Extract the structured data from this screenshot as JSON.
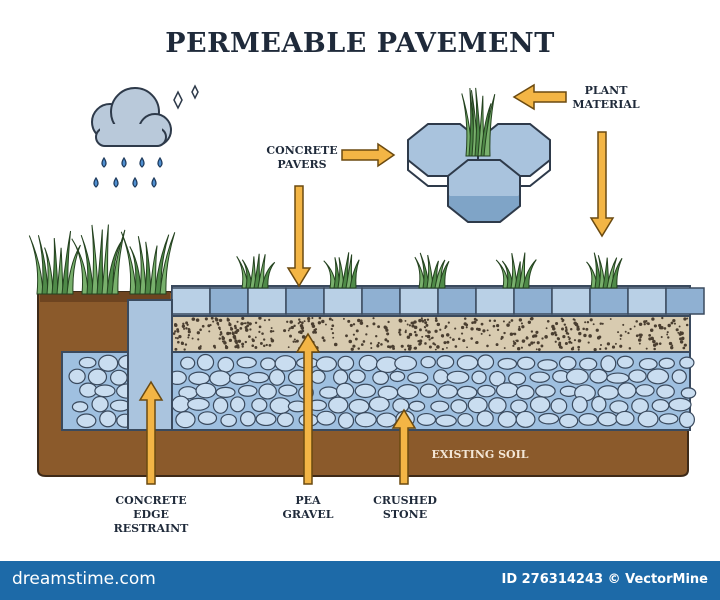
{
  "title": "PERMEABLE PAVEMENT",
  "labels": {
    "concrete_pavers": "CONCRETE\nPAVERS",
    "plant_material": "PLANT\nMATERIAL",
    "concrete_edge_restraint": "CONCRETE EDGE\nRESTRAINT",
    "pea_gravel": "PEA\nGRAVEL",
    "crushed_stone": "CRUSHED\nSTONE",
    "existing_soil": "EXISTING SOIL"
  },
  "footer": {
    "brand": "dreamstime.com",
    "credit": "ID 276314243 © VectorMine"
  },
  "colors": {
    "soil": "#8b5a2b",
    "soil_dark": "#6e4420",
    "paver": "#a9c3dd",
    "stone": "#bcd3ea",
    "gravel": "#d8cbb0",
    "grass": "#5f9a55",
    "arrow": "#f3b545",
    "footer": "#1d6aa8"
  }
}
